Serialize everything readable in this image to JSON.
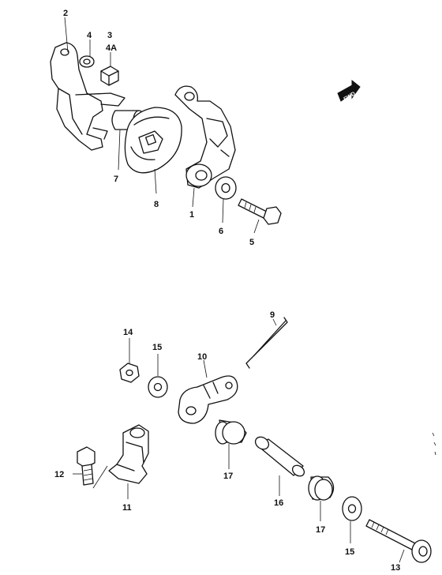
{
  "diagram": {
    "front_marker": "FWD",
    "callouts": {
      "c1": "1",
      "c2": "2",
      "c3": "3",
      "c4": "4",
      "c4a": "4A",
      "c5": "5",
      "c6": "6",
      "c7": "7",
      "c8": "8",
      "c9": "9",
      "c10": "10",
      "c11": "11",
      "c12": "12",
      "c13": "13",
      "c14": "14",
      "c15a": "15",
      "c15b": "15",
      "c16": "16",
      "c17a": "17",
      "c17b": "17"
    },
    "upper_assembly": {
      "parts": [
        "bracket",
        "nut",
        "bolt",
        "plate",
        "cam-plate",
        "lever",
        "washer",
        "bolt-long"
      ]
    },
    "lower_assembly": {
      "parts": [
        "wire-spring",
        "nut",
        "washer",
        "lever-arm",
        "bushing",
        "sleeve",
        "bushing",
        "washer",
        "bolt",
        "bracket",
        "bolt"
      ]
    }
  }
}
